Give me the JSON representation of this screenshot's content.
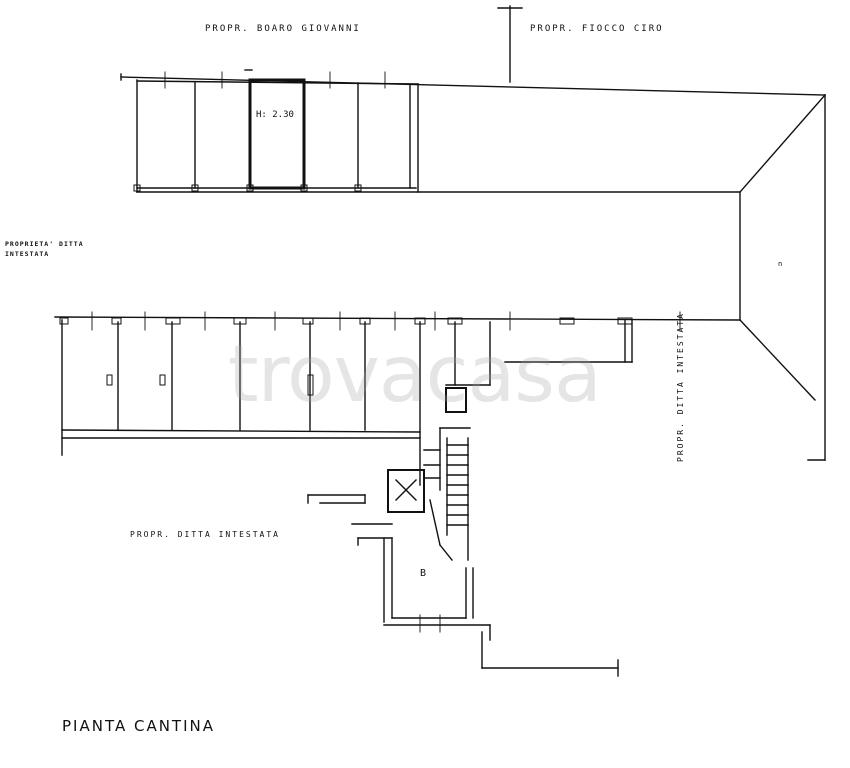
{
  "labels": {
    "owner_boaro": "PROPR. BOARO GIOVANNI",
    "owner_fiocco": "PROPR. FIOCCO CIRO",
    "owner_ditta_left_1": "PROPRIETA' DITTA",
    "owner_ditta_left_2": "INTESTATA",
    "owner_ditta_bottom": "PROPR. DITTA INTESTATA",
    "owner_ditta_right_rot": "PROPR. DITTA INTESTATA",
    "height_note": "H: 2.30",
    "room_b": "B",
    "mark_right": "n"
  },
  "title": "PIANTA CANTINA",
  "watermark": "trovacasa",
  "colors": {
    "ink": "#111111",
    "watermark": "#a0a0a0",
    "background": "#ffffff"
  }
}
